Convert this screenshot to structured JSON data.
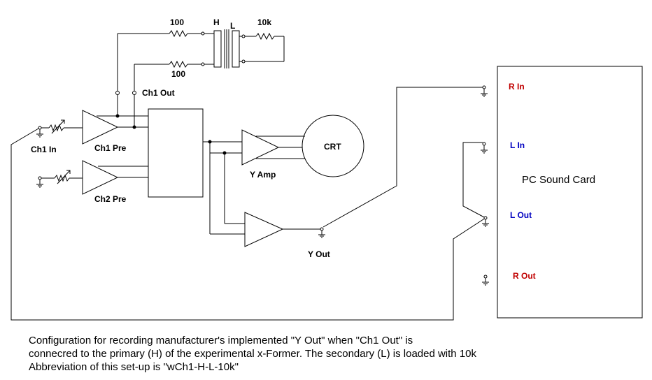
{
  "labels": {
    "r_top": "100",
    "r_bottom": "100",
    "transformer_h": "H",
    "transformer_l": "L",
    "r_load": "10k",
    "ch1_out": "Ch1 Out",
    "ch1_in": "Ch1 In",
    "ch1_pre": "Ch1 Pre",
    "ch2_pre": "Ch2 Pre",
    "crt": "CRT",
    "y_amp": "Y Amp",
    "y_out": "Y Out",
    "r_in": "R In",
    "l_in": "L In",
    "l_out": "L Out",
    "r_out": "R Out",
    "sound_card": "PC Sound Card"
  },
  "colors": {
    "r_channel": "#c00000",
    "l_channel": "#0000c0",
    "wire": "#000000"
  },
  "caption": [
    "Configuration for recording manufacturer's implemented \"Y Out\" when \"Ch1 Out\" is",
    "connecred to the primary (H) of the experimental x-Former. The secondary (L) is loaded with 10k",
    "Abbreviation of this set-up is \"wCh1-H-L-10k\""
  ]
}
